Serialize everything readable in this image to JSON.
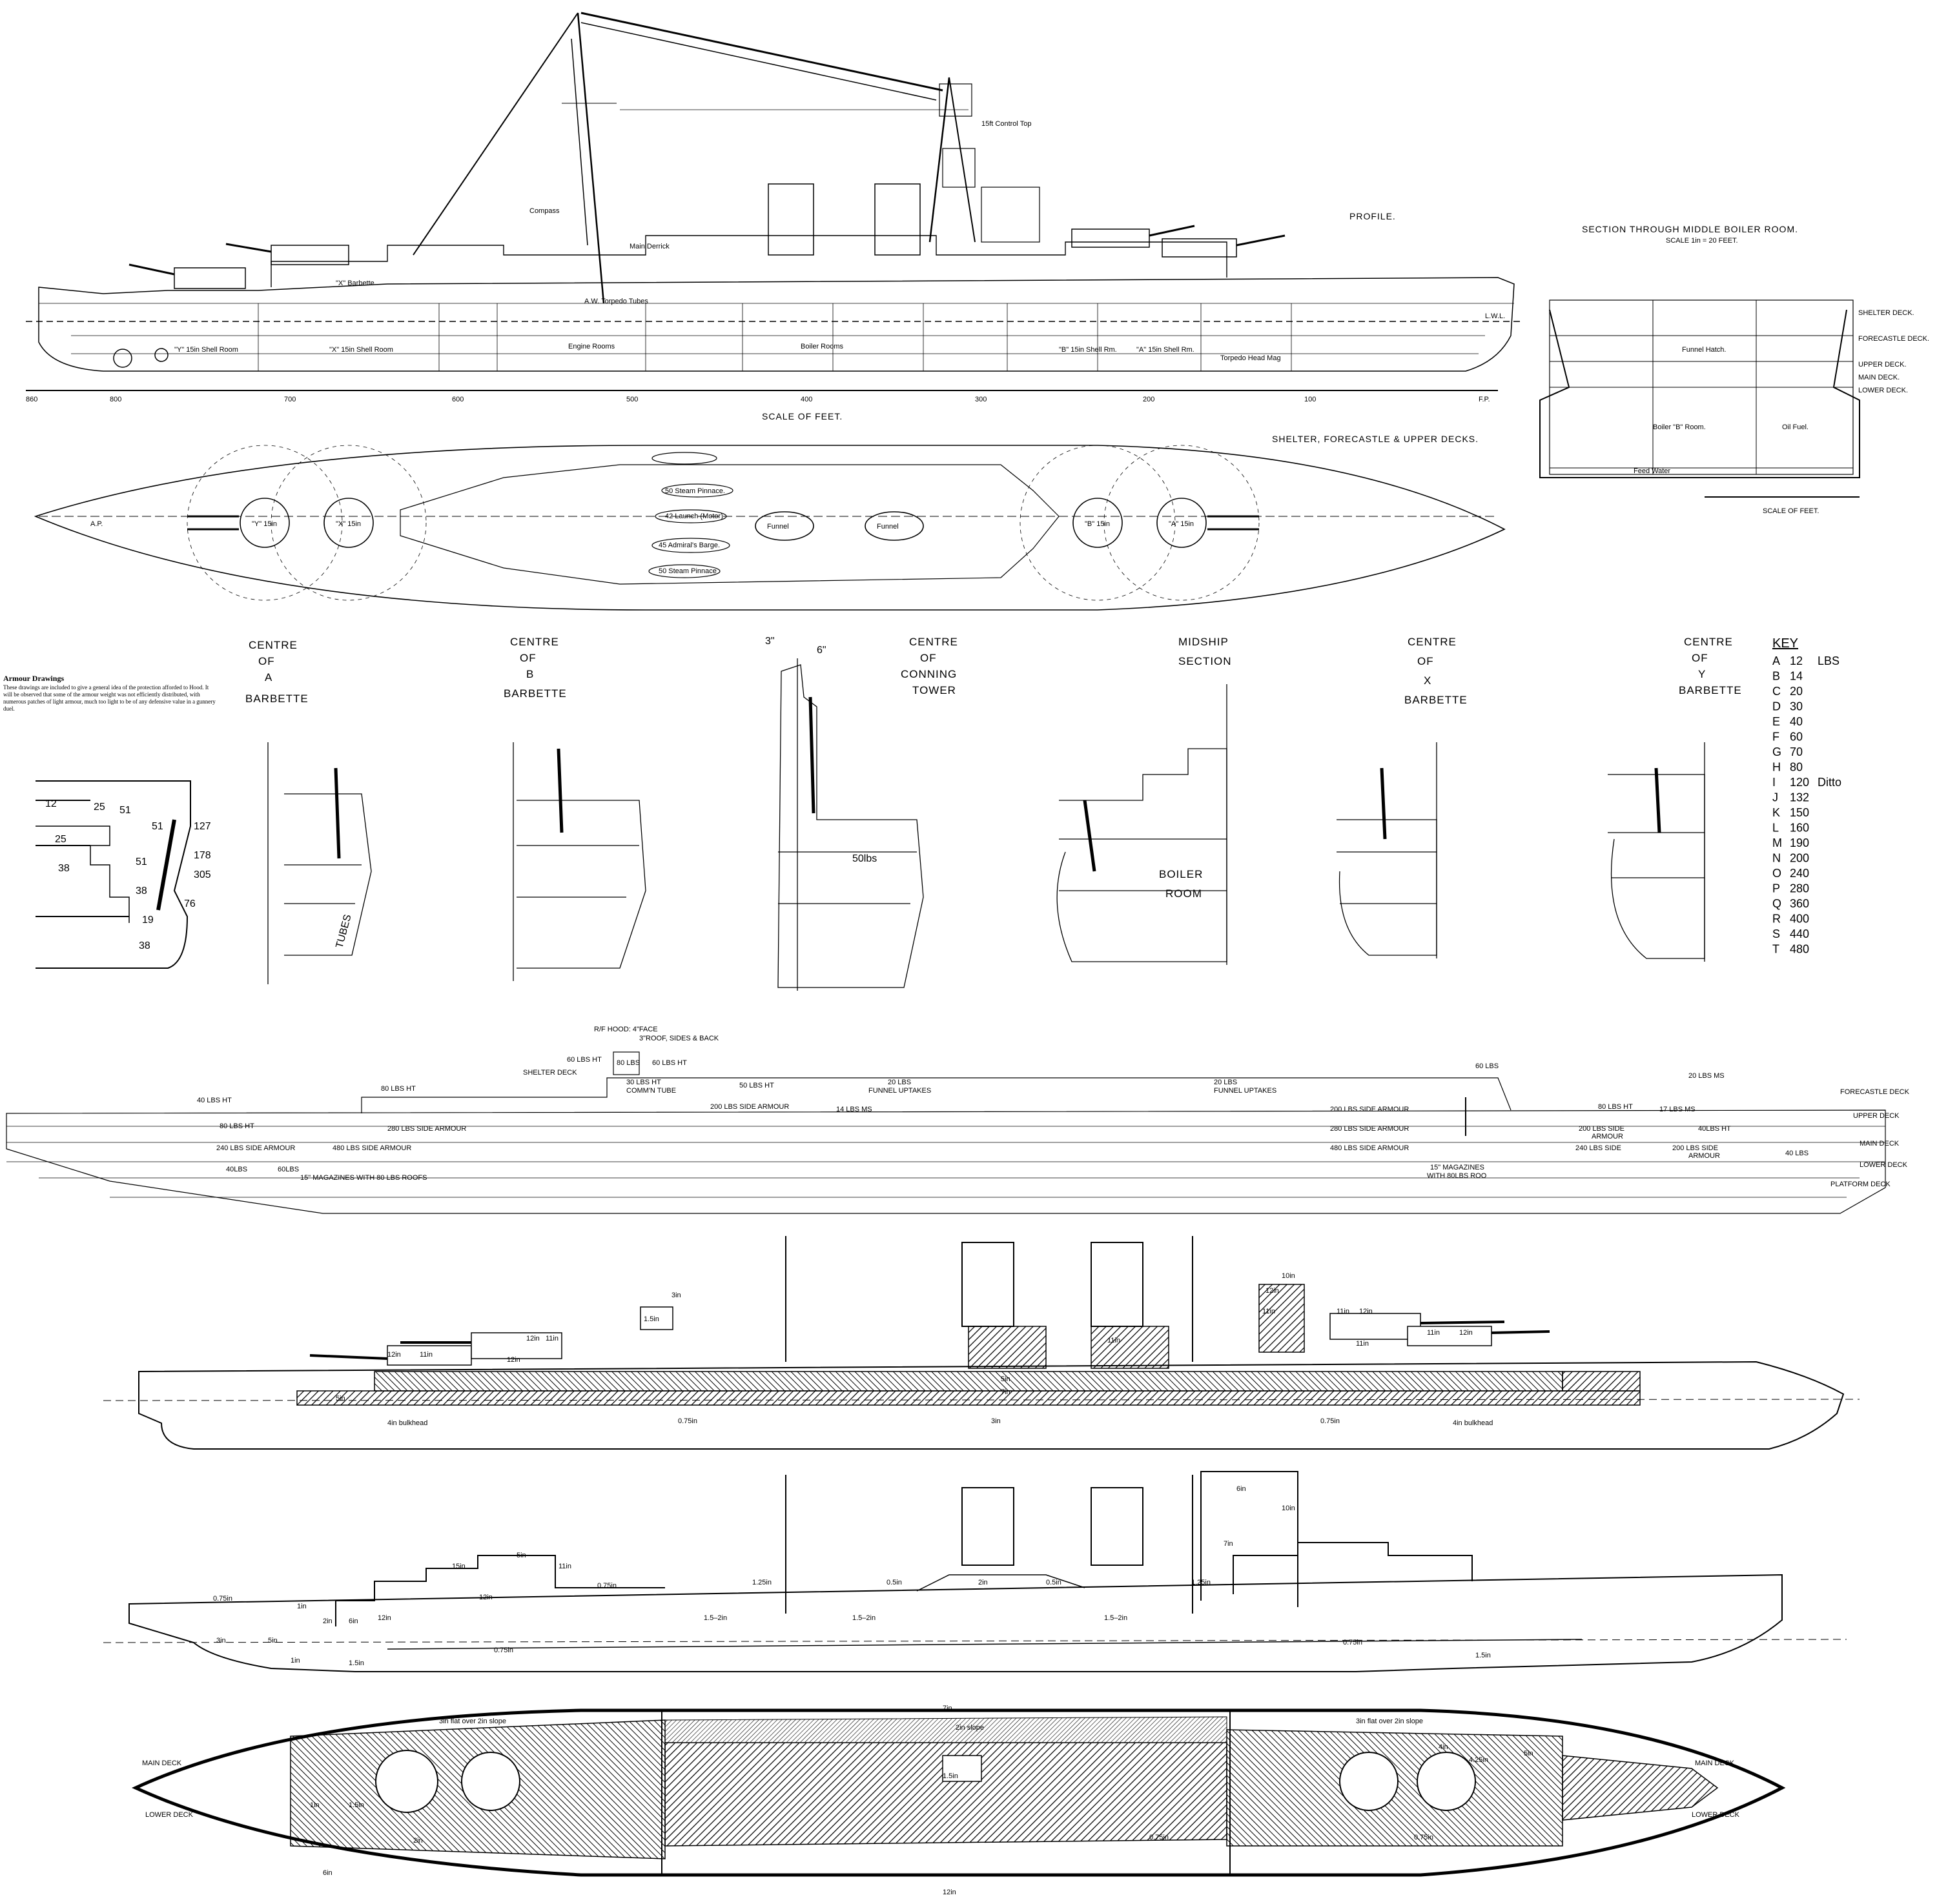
{
  "titles": {
    "profile": "PROFILE.",
    "section_boiler": "SECTION THROUGH MIDDLE BOILER ROOM.",
    "section_scale": "SCALE 1in = 20 FEET.",
    "scale_of_feet": "SCALE OF FEET.",
    "decks_plan": "SHELTER, FORECASTLE & UPPER DECKS.",
    "scale_of_feet_small": "SCALE OF FEET."
  },
  "profile_labels": {
    "engine_rooms": "Engine Rooms",
    "boiler_rooms": "Boiler Rooms",
    "main_derrick": "Main Derrick",
    "torpedo_tubes": "A.W. Torpedo Tubes",
    "control_top": "15ft Control Top",
    "compass": "Compass",
    "x_barbette": "\"X\" Barbette",
    "y_shell": "\"Y\" 15in Shell Room",
    "x_shell": "\"X\" 15in Shell Room",
    "b_shell": "\"B\" 15in Shell Rm.",
    "a_shell": "\"A\" 15in Shell Rm.",
    "torpedo_head": "Torpedo Head Mag",
    "l_w_l": "L.W.L."
  },
  "scale_ticks": [
    "860",
    "800",
    "700",
    "600",
    "500",
    "400",
    "300",
    "200",
    "100",
    "F.P."
  ],
  "boiler_section_labels": {
    "shelter_deck": "SHELTER DECK.",
    "forecastle_deck": "FORECASTLE DECK.",
    "upper_deck": "UPPER DECK.",
    "main_deck": "MAIN DECK.",
    "lower_deck": "LOWER DECK.",
    "funnel_hatch": "Funnel Hatch.",
    "boiler_room": "Boiler  \"B\"  Room.",
    "feed_water": "Feed Water",
    "oil_fuel": "Oil Fuel."
  },
  "deck_plan_labels": {
    "funnel1": "Funnel",
    "funnel2": "Funnel",
    "y_turret": "\"Y\" 15in",
    "x_turret": "\"X\" 15in",
    "b_turret": "\"B\" 15in",
    "a_turret": "\"A\" 15in",
    "steam_pinnace1": "50 Steam Pinnace.",
    "steam_pinnace2": "50 Steam Pinnace",
    "admirals_barge": "45 Admiral's Barge.",
    "launch": "42 Launch (Motor)",
    "a_p": "A.P."
  },
  "armour_note": {
    "title": "Armour Drawings",
    "body": "These drawings are included to give a general idea of the protection afforded to Hood. It will be observed that some of the armour weight was not efficiently distributed, with numerous patches of light armour, much too light to be of any defensive value in a gunnery duel."
  },
  "inset_values": [
    "12",
    "25",
    "51",
    "51",
    "127",
    "25",
    "178",
    "38",
    "51",
    "305",
    "38",
    "19",
    "76",
    "38"
  ],
  "cross_sections": [
    {
      "title": [
        "CENTRE",
        "OF",
        "A",
        "BARBETTE"
      ]
    },
    {
      "title": [
        "CENTRE",
        "OF",
        "B",
        "BARBETTE"
      ]
    },
    {
      "title": [
        "CENTRE",
        "OF",
        "CONNING",
        "TOWER"
      ]
    },
    {
      "title": [
        "MIDSHIP",
        "SECTION"
      ]
    },
    {
      "title": [
        "CENTRE",
        "OF",
        "X",
        "BARBETTE"
      ]
    },
    {
      "title": [
        "CENTRE",
        "OF",
        "Y",
        "BARBETTE"
      ]
    }
  ],
  "cross_section_extras": {
    "tubes": "TUBES",
    "boiler_room": "BOILER",
    "room": "ROOM",
    "fifty_lbs": "50lbs",
    "ct_top_3": "3\"",
    "ct_top_6": "6\""
  },
  "key": {
    "title": "KEY",
    "rows": [
      {
        "letter": "A",
        "value": "12",
        "unit": "LBS"
      },
      {
        "letter": "B",
        "value": "14",
        "unit": ""
      },
      {
        "letter": "C",
        "value": "20",
        "unit": ""
      },
      {
        "letter": "D",
        "value": "30",
        "unit": ""
      },
      {
        "letter": "E",
        "value": "40",
        "unit": ""
      },
      {
        "letter": "F",
        "value": "60",
        "unit": ""
      },
      {
        "letter": "G",
        "value": "70",
        "unit": ""
      },
      {
        "letter": "H",
        "value": "80",
        "unit": ""
      },
      {
        "letter": "I",
        "value": "120",
        "unit": "Ditto"
      },
      {
        "letter": "J",
        "value": "132",
        "unit": ""
      },
      {
        "letter": "K",
        "value": "150",
        "unit": ""
      },
      {
        "letter": "L",
        "value": "160",
        "unit": ""
      },
      {
        "letter": "M",
        "value": "190",
        "unit": ""
      },
      {
        "letter": "N",
        "value": "200",
        "unit": ""
      },
      {
        "letter": "O",
        "value": "240",
        "unit": ""
      },
      {
        "letter": "P",
        "value": "280",
        "unit": ""
      },
      {
        "letter": "Q",
        "value": "360",
        "unit": ""
      },
      {
        "letter": "R",
        "value": "400",
        "unit": ""
      },
      {
        "letter": "S",
        "value": "440",
        "unit": ""
      },
      {
        "letter": "T",
        "value": "480",
        "unit": ""
      }
    ]
  },
  "armour_profile": {
    "rf_hood": "R/F HOOD: 4\"FACE",
    "rf_hood2": "3\"ROOF, SIDES & BACK",
    "lbs60_ht_a": "60 LBS HT",
    "lbs80": "80 LBS",
    "lbs60_ht_b": "60 LBS HT",
    "shelter_deck": "SHELTER DECK",
    "lbs30_ht": "30 LBS HT",
    "commn_tube": "COMM'N TUBE",
    "lbs50_ht": "50 LBS HT",
    "lbs20_a": "20 LBS",
    "funnel_uptakes_a": "FUNNEL UPTAKES",
    "lbs20_b": "20 LBS",
    "funnel_uptakes_b": "FUNNEL UPTAKES",
    "lbs60_fwd": "60 LBS",
    "lbs20_ms": "20 LBS MS",
    "forecastle_deck": "FORECASTLE DECK",
    "lbs40_ht_aft": "40 LBS HT",
    "lbs80_ht_aft": "80 LBS HT",
    "lbs80_ht_aft2": "80 LBS HT",
    "side280_aft": "280 LBS SIDE ARMOUR",
    "side200_mid": "200 LBS SIDE ARMOUR",
    "lbs14_ms": "14 LBS MS",
    "side200_fwd": "200 LBS SIDE ARMOUR",
    "lbs80_ht_fwd": "80 LBS HT",
    "lbs17_ms": "17 LBS MS",
    "upper_deck": "UPPER DECK",
    "side240_aft": "240 LBS SIDE ARMOUR",
    "side480_aft": "480 LBS SIDE ARMOUR",
    "side280_fwd": "280 LBS SIDE ARMOUR",
    "side200_fwd2": "200 LBS SIDE",
    "armour": "ARMOUR",
    "lbs40_ht_fwd": "40LBS HT",
    "main_deck": "MAIN DECK",
    "lbs40_aft": "40LBS",
    "lbs60_aft": "60LBS",
    "magazines_aft": "15\" MAGAZINES WITH 80 LBS ROOFS",
    "side480_fwd": "480 LBS SIDE ARMOUR",
    "side240_fwd": "240 LBS SIDE",
    "side200_fwd3": "200 LBS SIDE",
    "armour2": "ARMOUR",
    "lbs40_fwd": "40 LBS",
    "lower_deck": "LOWER DECK",
    "magazines_fwd": "15\" MAGAZINES",
    "magazines_fwd2": "WITH 80LBS ROO",
    "platform_deck": "PLATFORM DECK"
  },
  "side_armour": {
    "in15": "1.5in",
    "in3": "3in",
    "in12a": "12in",
    "in11a": "11in",
    "in12b": "12in",
    "in11b": "11in",
    "in12c": "12in",
    "in5a": "5in",
    "in12d": "12in",
    "in11c": "11in",
    "in12e": "12in",
    "in11d": "11in",
    "in11e": "11in",
    "in10": "10in",
    "in11f": "11in",
    "in11g": "11in",
    "in12f": "12in",
    "in5b": "5in",
    "in7": "7in",
    "in0_75a": "0.75in",
    "in3b": "3in",
    "in0_75b": "0.75in",
    "bulkhead_aft": "4in bulkhead",
    "bulkhead_fwd": "4in bulkhead"
  },
  "deck_armour": {
    "a075": "0.75in",
    "a1": "1in",
    "a2": "2in",
    "a3": "3in",
    "a5": "5in",
    "a12": "12in",
    "a6": "6in",
    "a15a": "15in",
    "a5b": "5in",
    "a11": "11in",
    "a12b": "12in",
    "a125": "1.25in",
    "a075b": "0.75in",
    "a05": "0.5in",
    "a2b": "2in",
    "a05b": "0.5in",
    "a125b": "1.25in",
    "a15_2a": "1.5–2in",
    "a15_2b": "1.5–2in",
    "a15_2c": "1.5–2in",
    "a075c": "0.75in",
    "a075d": "0.75in",
    "a15b": "1.5in",
    "a1c": "1in",
    "a15c": "1.5in",
    "a10": "10in",
    "a7": "7in",
    "a6b": "6in"
  },
  "deck_plan_armour": {
    "main_deck_l": "MAIN DECK",
    "lower_deck_l": "LOWER DECK",
    "main_deck_r": "MAIN DECK",
    "lower_deck_r": "LOWER DECK",
    "flat_aft": "3in flat over 2in slope",
    "flat_fwd": "3in flat over 2in slope",
    "in7": "7in",
    "slope2": "2in slope",
    "in15": "1.5in",
    "in12": "12in",
    "in4": "4in",
    "in425": "4.25in",
    "in5": "5in",
    "in075a": "0.75in",
    "in075b": "0.75in",
    "in6": "6in",
    "in1": "1in",
    "in15b": "1.5in",
    "in2": "2in"
  }
}
